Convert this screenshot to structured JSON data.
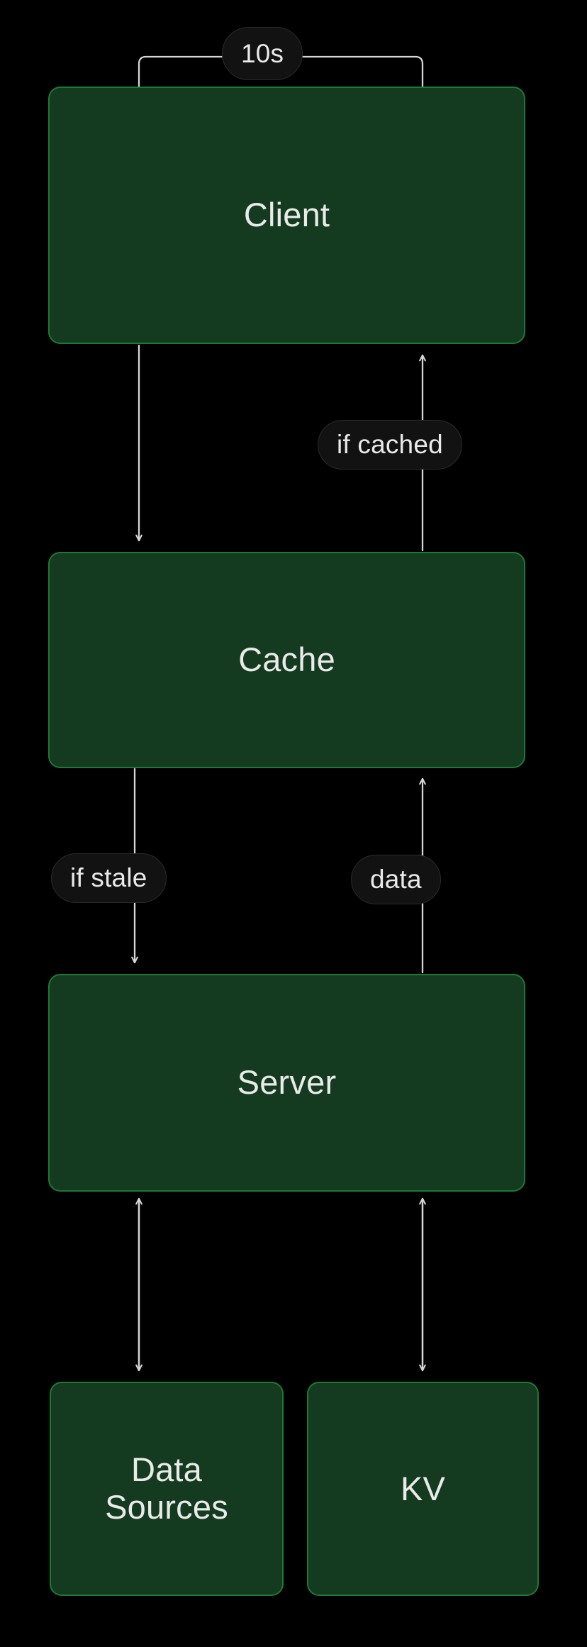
{
  "diagram": {
    "title": "Cache architecture flow diagram",
    "background_color": "#000000",
    "node_fill_color": "#143B20",
    "node_border_color": "#1C7A32",
    "label_pill_color": "#121212",
    "edge_color": "#D6D6D6",
    "text_color": "#EAEAEA",
    "nodes": [
      {
        "id": "client",
        "label": "Client"
      },
      {
        "id": "cache",
        "label": "Cache"
      },
      {
        "id": "server",
        "label": "Server"
      },
      {
        "id": "data-sources",
        "label": "Data\nSources"
      },
      {
        "id": "kv",
        "label": "KV"
      }
    ],
    "edge_labels": [
      {
        "id": "poll-interval",
        "text": "10s"
      },
      {
        "id": "if-cached",
        "text": "if cached"
      },
      {
        "id": "if-stale",
        "text": "if stale"
      },
      {
        "id": "data",
        "text": "data"
      }
    ],
    "edges": [
      {
        "id": "client-self-loop",
        "from": "client",
        "to": "client",
        "label": "10s",
        "direction": "loop"
      },
      {
        "id": "client-to-cache",
        "from": "client",
        "to": "cache",
        "label": "",
        "direction": "down"
      },
      {
        "id": "cache-to-client",
        "from": "cache",
        "to": "client",
        "label": "if cached",
        "direction": "up"
      },
      {
        "id": "cache-to-server",
        "from": "cache",
        "to": "server",
        "label": "if stale",
        "direction": "down"
      },
      {
        "id": "server-to-cache",
        "from": "server",
        "to": "cache",
        "label": "data",
        "direction": "up"
      },
      {
        "id": "server-datasources",
        "from": "server",
        "to": "data-sources",
        "label": "",
        "direction": "bidirectional"
      },
      {
        "id": "server-kv",
        "from": "server",
        "to": "kv",
        "label": "",
        "direction": "bidirectional"
      }
    ]
  }
}
